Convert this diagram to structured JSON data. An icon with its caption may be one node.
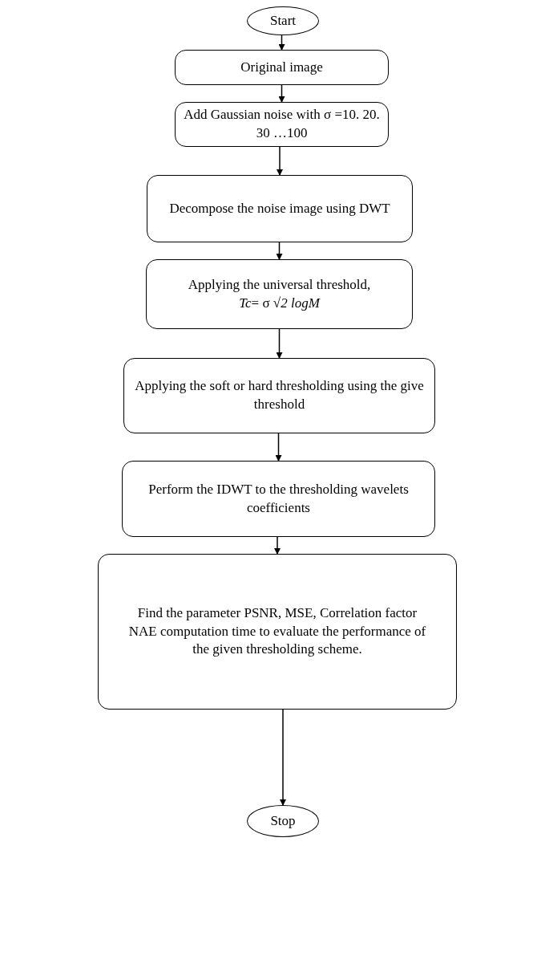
{
  "diagram": {
    "nodes": [
      {
        "text": [
          "Start"
        ]
      },
      {
        "text": [
          "Original image"
        ]
      },
      {
        "text": [
          "Add Gaussian noise with σ =10. 20. 30 …100"
        ]
      },
      {
        "text": [
          "Decompose the noise image using DWT"
        ]
      },
      {
        "text": [
          "Applying the universal threshold,",
          "*Tc*= σ √*2 logM*"
        ]
      },
      {
        "text": [
          "Applying the soft or hard thresholding using the give threshold"
        ]
      },
      {
        "text": [
          "Perform the IDWT to the thresholding wavelets coefficients"
        ]
      },
      {
        "text": [
          "Find the parameter PSNR, MSE, Correlation factor NAE computation time to evaluate the performance of the given thresholding scheme."
        ]
      },
      {
        "text": [
          "Stop"
        ]
      }
    ],
    "edges": [
      {
        "from": 0,
        "to": 1,
        "arrow": "to"
      },
      {
        "from": 1,
        "to": 2,
        "arrow": "to"
      },
      {
        "from": 2,
        "to": 3,
        "arrow": "to"
      },
      {
        "from": 3,
        "to": 4,
        "arrow": "to"
      },
      {
        "from": 4,
        "to": 5,
        "arrow": "to"
      },
      {
        "from": 5,
        "to": 6,
        "arrow": "to"
      },
      {
        "from": 6,
        "to": 7,
        "arrow": "to"
      },
      {
        "from": 7,
        "to": 8,
        "arrow": "to"
      }
    ]
  }
}
